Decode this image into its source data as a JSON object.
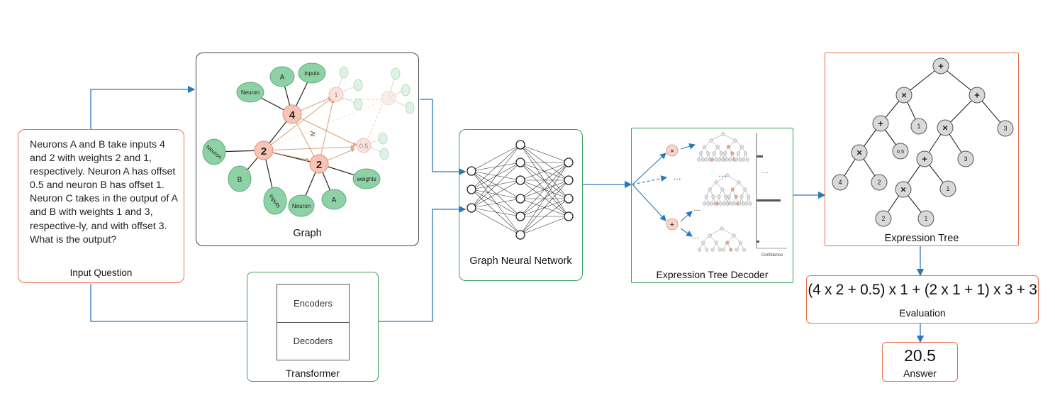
{
  "input_question": {
    "text": "Neurons A and B take inputs 4 and 2 with weights 2 and 1, respectively. Neuron A has offset 0.5 and neuron B has offset 1. Neuron C takes in the output of A and B with weights 1 and 3, respective-ly, and with offset 3. What is the output?",
    "label": "Input Question"
  },
  "graph": {
    "label": "Graph",
    "nodes": {
      "n4": "4",
      "n2a": "2",
      "n2b": "2",
      "n1": "1",
      "n05": "0.5",
      "ge": "≥",
      "neuron1": "Neuron",
      "a1": "A",
      "inputs1": "inputs",
      "neuron2": "Neuron",
      "b": "B",
      "inputs2": "inputs",
      "neuron3": "Neuron",
      "a2": "A",
      "weights": "weights"
    }
  },
  "transformer": {
    "label": "Transformer",
    "encoders": "Encoders",
    "decoders": "Decoders"
  },
  "gnn": {
    "label": "Graph Neural Network"
  },
  "decoder": {
    "label": "Expression Tree Decoder",
    "times_op": "×",
    "plus_op": "+",
    "ellipsis": "…",
    "ellipsis2": "···",
    "confidence_label": "Confidence"
  },
  "expression_tree": {
    "label": "Expression Tree",
    "nodes": {
      "root": "+",
      "m1": "×",
      "p2": "+",
      "p3": "+",
      "m4": "×",
      "v1a": "1",
      "v3a": "3",
      "m5": "×",
      "v05": "0.5",
      "p6": "+",
      "v3b": "3",
      "v4": "4",
      "v2a": "2",
      "m7": "×",
      "v1b": "1",
      "v2b": "2",
      "v1c": "1"
    }
  },
  "evaluation": {
    "expression": "(4 x 2 + 0.5) x 1 + (2 x 1 + 1) x 3 + 3",
    "label": "Evaluation"
  },
  "answer": {
    "value": "20.5",
    "label": "Answer"
  },
  "colors": {
    "orange": "#e8724f",
    "green": "#3e9e57",
    "arrow_blue": "#2a78b8",
    "graph_green": "#8fd1a7",
    "graph_pink": "#f7c4b6",
    "tree_node": "#d9d9d9"
  }
}
